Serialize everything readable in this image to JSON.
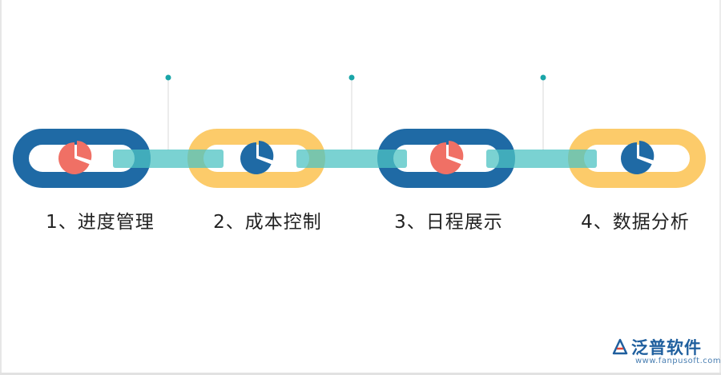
{
  "steps": [
    {
      "label": "1、进度管理",
      "ring_color": "#1f6aa5",
      "icon_color": "#f07065"
    },
    {
      "label": "2、成本控制",
      "ring_color": "#fccb6a",
      "icon_color": "#1f6aa5"
    },
    {
      "label": "3、日程展示",
      "ring_color": "#1f6aa5",
      "icon_color": "#f07065"
    },
    {
      "label": "4、数据分析",
      "ring_color": "#fccb6a",
      "icon_color": "#1f6aa5"
    }
  ],
  "connector_color": "#4dc3c3",
  "pin_color": "#1aa5a8",
  "brand": {
    "name": "泛普软件",
    "url": "www.fanpusoft.com",
    "logo_icon": "fanpu-logo-icon"
  }
}
